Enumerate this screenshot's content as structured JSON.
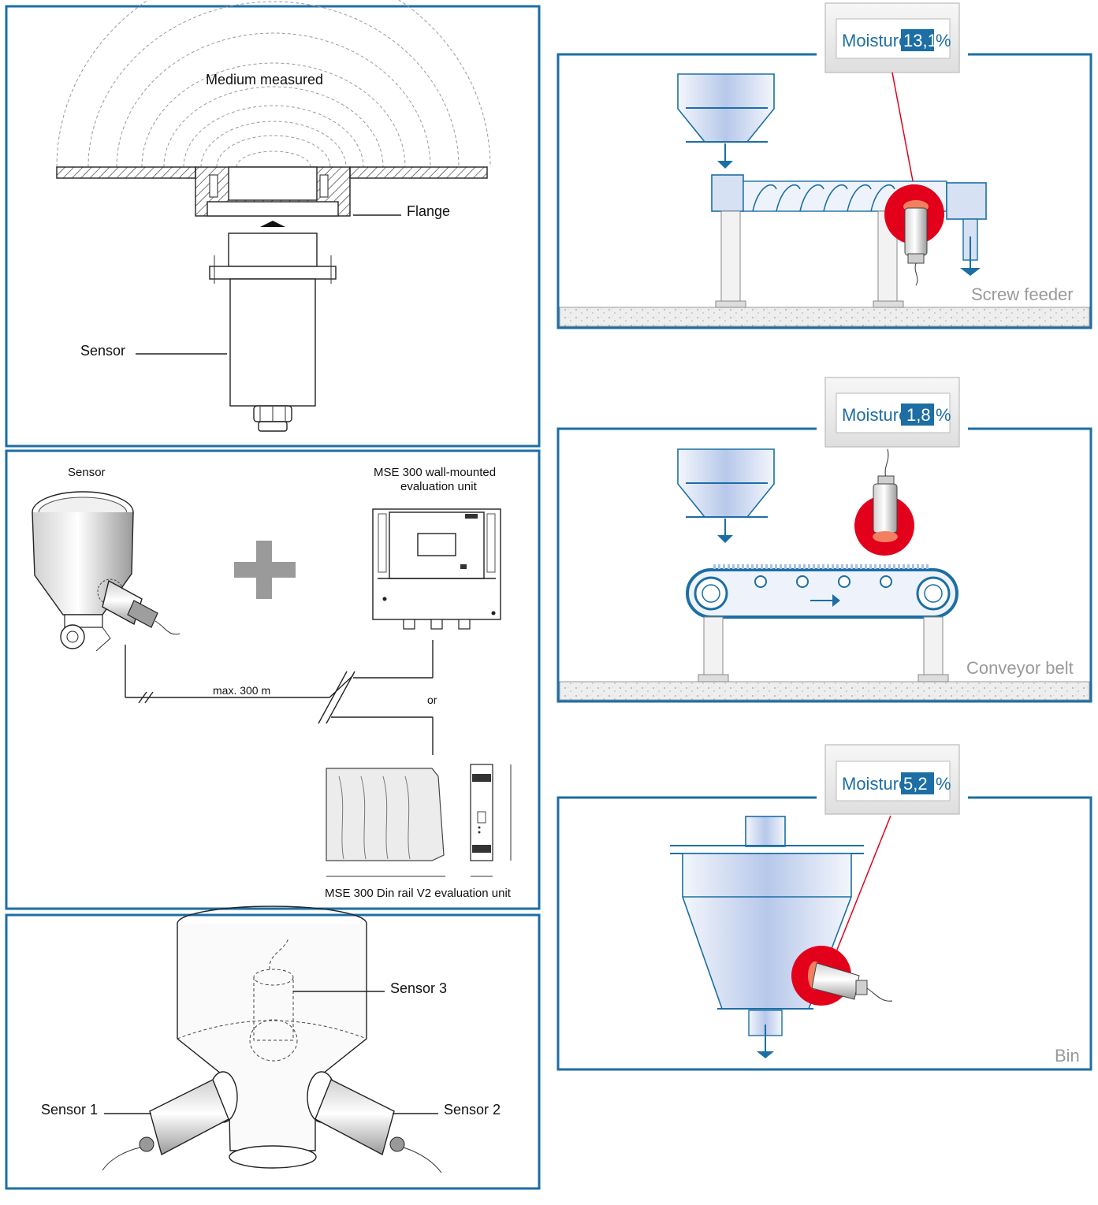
{
  "flange_panel": {
    "medium_label": "Medium measured",
    "flange_label": "Flange",
    "sensor_label": "Sensor"
  },
  "system_panel": {
    "sensor_label": "Sensor",
    "wall_unit_label_line1": "MSE 300 wall-mounted",
    "wall_unit_label_line2": "evaluation unit",
    "distance_label": "max. 300 m",
    "or_label": "or",
    "din_unit_label": "MSE 300 Din rail V2 evaluation unit"
  },
  "multi_sensor_panel": {
    "sensor1_label": "Sensor 1",
    "sensor2_label": "Sensor 2",
    "sensor3_label": "Sensor 3"
  },
  "screw_feeder": {
    "display_label": "Moisture",
    "display_value": "13,1",
    "display_unit": "%",
    "caption": "Screw feeder"
  },
  "conveyor_belt": {
    "display_label": "Moisture",
    "display_value": "1,8",
    "display_unit": "%",
    "caption": "Conveyor belt"
  },
  "bin": {
    "display_label": "Moisture",
    "display_value": "5,2",
    "display_unit": "%",
    "caption": "Bin"
  },
  "colors": {
    "frame_blue": "#1c6ea4",
    "highlight_red": "#e3001b",
    "caption_gray": "#9a9a9a"
  }
}
